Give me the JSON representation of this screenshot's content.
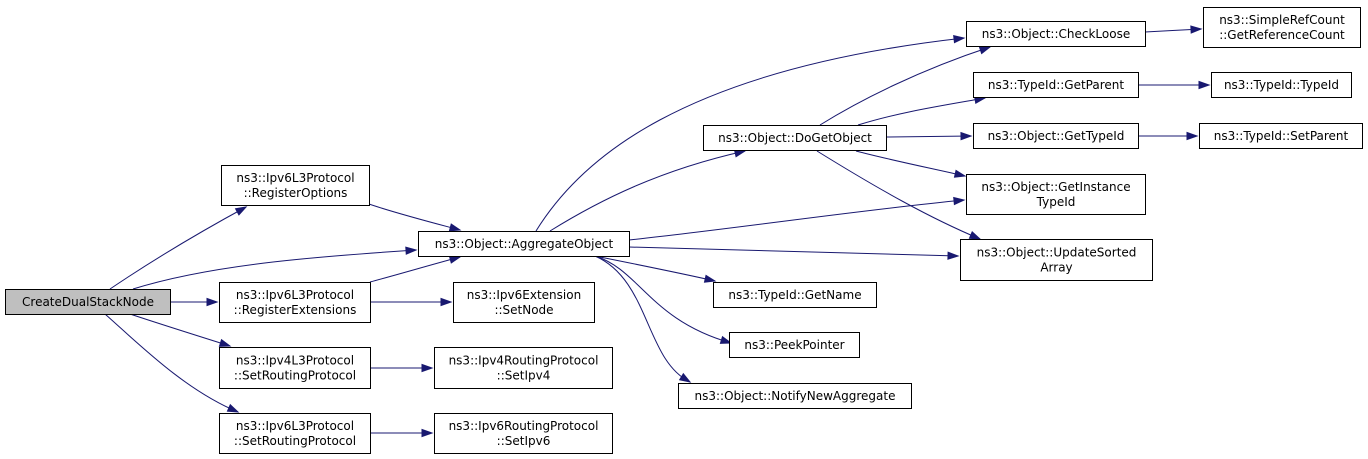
{
  "diagram": {
    "type": "call-graph",
    "edge_color": "#191970",
    "root_fill": "#bfbfbf",
    "nodes": [
      {
        "id": "root",
        "lines": [
          "CreateDualStackNode"
        ],
        "root": true
      },
      {
        "id": "regopts",
        "lines": [
          "ns3::Ipv6L3Protocol",
          "::RegisterOptions"
        ]
      },
      {
        "id": "aggr",
        "lines": [
          "ns3::Object::AggregateObject"
        ]
      },
      {
        "id": "regext",
        "lines": [
          "ns3::Ipv6L3Protocol",
          "::RegisterExtensions"
        ]
      },
      {
        "id": "v4srp",
        "lines": [
          "ns3::Ipv4L3Protocol",
          "::SetRoutingProtocol"
        ]
      },
      {
        "id": "v6srp",
        "lines": [
          "ns3::Ipv6L3Protocol",
          "::SetRoutingProtocol"
        ]
      },
      {
        "id": "setnode",
        "lines": [
          "ns3::Ipv6Extension",
          "::SetNode"
        ]
      },
      {
        "id": "setipv4",
        "lines": [
          "ns3::Ipv4RoutingProtocol",
          "::SetIpv4"
        ]
      },
      {
        "id": "setipv6",
        "lines": [
          "ns3::Ipv6RoutingProtocol",
          "::SetIpv6"
        ]
      },
      {
        "id": "dogetobj",
        "lines": [
          "ns3::Object::DoGetObject"
        ]
      },
      {
        "id": "getname",
        "lines": [
          "ns3::TypeId::GetName"
        ]
      },
      {
        "id": "peek",
        "lines": [
          "ns3::PeekPointer"
        ]
      },
      {
        "id": "notify",
        "lines": [
          "ns3::Object::NotifyNewAggregate"
        ]
      },
      {
        "id": "checkloose",
        "lines": [
          "ns3::Object::CheckLoose"
        ]
      },
      {
        "id": "getparent",
        "lines": [
          "ns3::TypeId::GetParent"
        ]
      },
      {
        "id": "gettypeid",
        "lines": [
          "ns3::Object::GetTypeId"
        ]
      },
      {
        "id": "getinst",
        "lines": [
          "ns3::Object::GetInstance",
          "TypeId"
        ]
      },
      {
        "id": "updsorted",
        "lines": [
          "ns3::Object::UpdateSorted",
          "Array"
        ]
      },
      {
        "id": "refcount",
        "lines": [
          "ns3::SimpleRefCount",
          "::GetReferenceCount"
        ]
      },
      {
        "id": "typeidctor",
        "lines": [
          "ns3::TypeId::TypeId"
        ]
      },
      {
        "id": "setparent",
        "lines": [
          "ns3::TypeId::SetParent"
        ]
      }
    ],
    "edges": [
      {
        "from": "root",
        "to": "regopts"
      },
      {
        "from": "root",
        "to": "aggr"
      },
      {
        "from": "root",
        "to": "regext"
      },
      {
        "from": "root",
        "to": "v4srp"
      },
      {
        "from": "root",
        "to": "v6srp"
      },
      {
        "from": "regopts",
        "to": "aggr"
      },
      {
        "from": "regext",
        "to": "aggr"
      },
      {
        "from": "regext",
        "to": "setnode"
      },
      {
        "from": "v4srp",
        "to": "setipv4"
      },
      {
        "from": "v6srp",
        "to": "setipv6"
      },
      {
        "from": "aggr",
        "to": "checkloose"
      },
      {
        "from": "aggr",
        "to": "dogetobj"
      },
      {
        "from": "aggr",
        "to": "getinst"
      },
      {
        "from": "aggr",
        "to": "updsorted"
      },
      {
        "from": "aggr",
        "to": "getname"
      },
      {
        "from": "aggr",
        "to": "peek"
      },
      {
        "from": "aggr",
        "to": "notify"
      },
      {
        "from": "dogetobj",
        "to": "checkloose"
      },
      {
        "from": "dogetobj",
        "to": "getparent"
      },
      {
        "from": "dogetobj",
        "to": "gettypeid"
      },
      {
        "from": "dogetobj",
        "to": "getinst"
      },
      {
        "from": "dogetobj",
        "to": "updsorted"
      },
      {
        "from": "checkloose",
        "to": "refcount"
      },
      {
        "from": "getparent",
        "to": "typeidctor"
      },
      {
        "from": "gettypeid",
        "to": "setparent"
      }
    ]
  }
}
